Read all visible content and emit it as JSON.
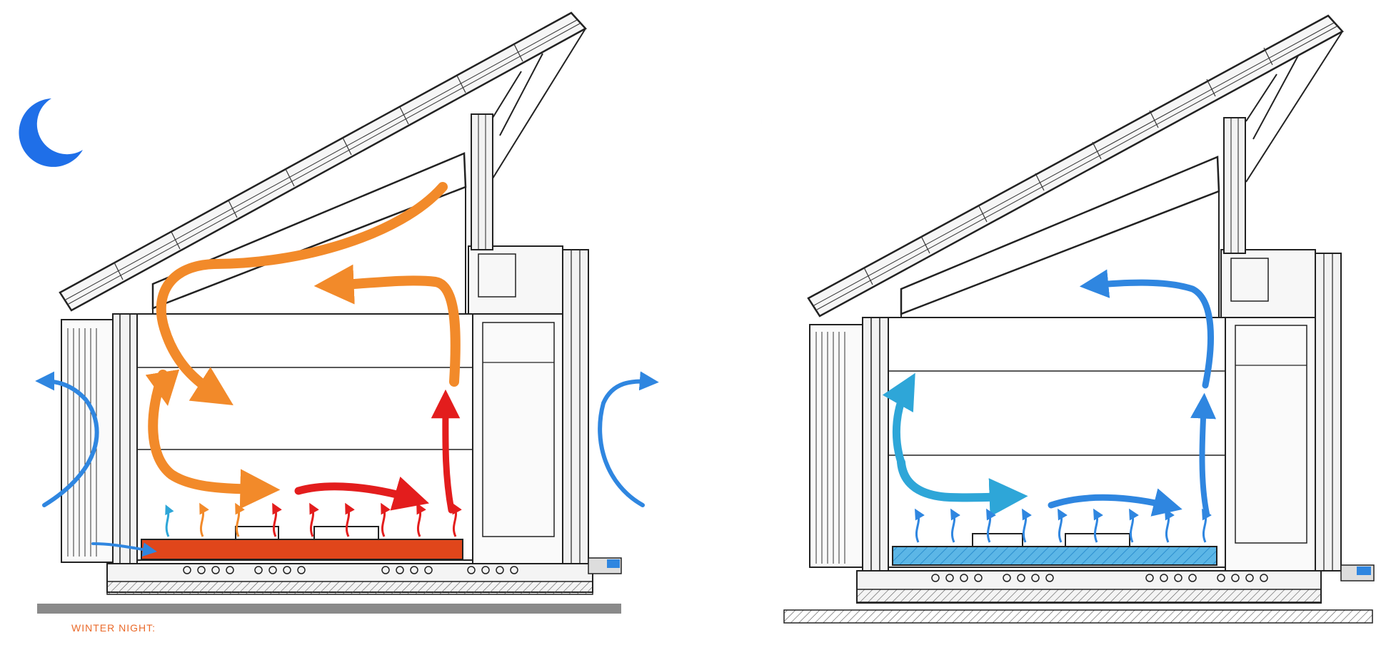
{
  "panels": [
    {
      "id": "left",
      "caption": "WINTER NIGHT:"
    },
    {
      "id": "right",
      "caption": ""
    }
  ],
  "colors": {
    "orange": "#f28a2a",
    "red": "#e31d1d",
    "blue": "#2f86e0",
    "cyan": "#2ea6d8",
    "heated_floor": "#e0461b",
    "cooled_floor": "#3aa3d8",
    "moon": "#1f6fe8",
    "line": "#222222"
  }
}
